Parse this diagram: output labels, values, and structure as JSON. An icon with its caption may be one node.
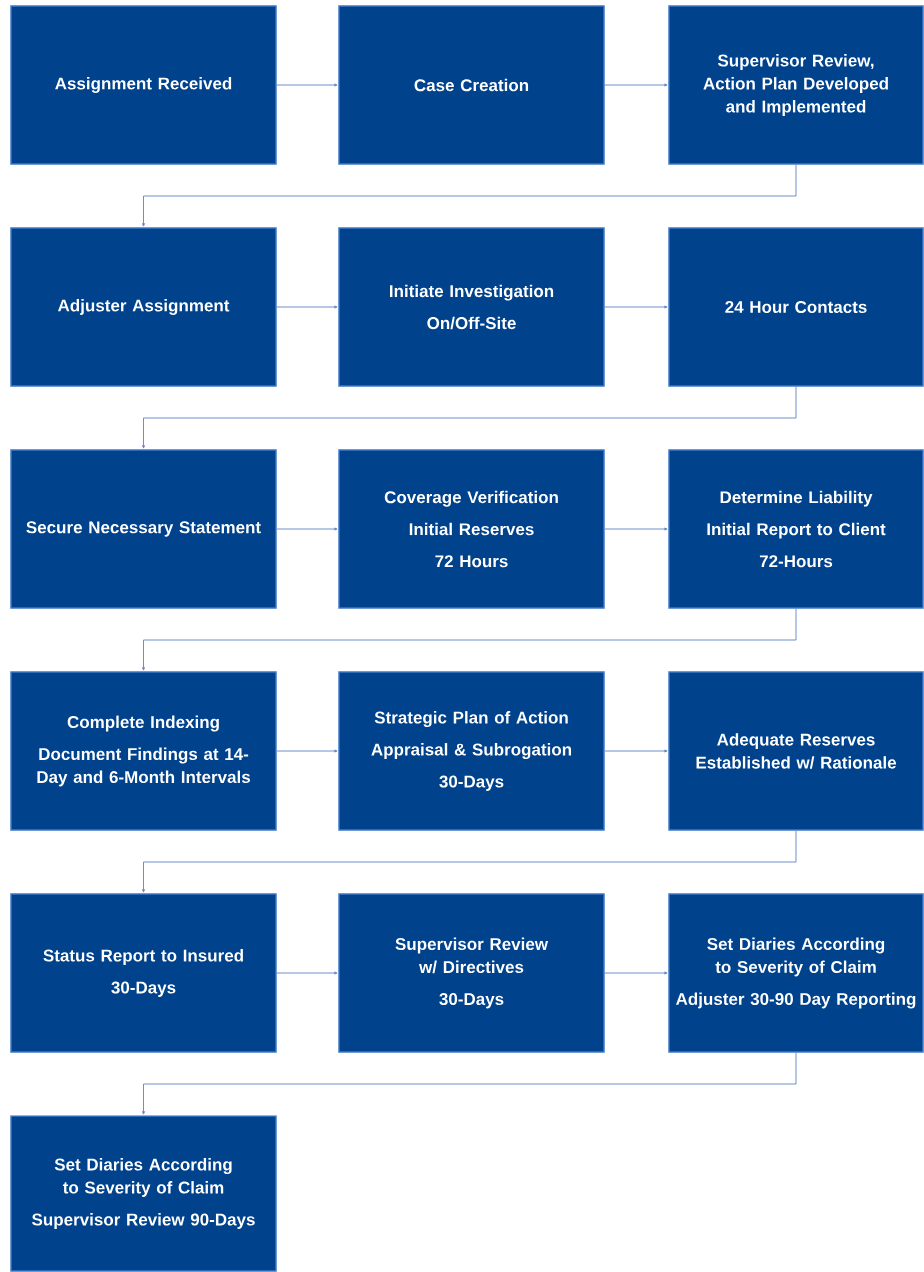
{
  "diagram": {
    "nodes": [
      {
        "text": [
          "Assignment Received"
        ]
      },
      {
        "text": [
          "Case Creation"
        ]
      },
      {
        "text": [
          "Supervisor Review, Action Plan Developed and Implemented"
        ]
      },
      {
        "text": [
          "Adjuster Assignment"
        ]
      },
      {
        "text": [
          "Initiate Investigation",
          "On/Off-Site"
        ]
      },
      {
        "text": [
          "24 Hour Contacts"
        ]
      },
      {
        "text": [
          "Secure Necessary Statement"
        ]
      },
      {
        "text": [
          "Coverage Verification",
          "Initial Reserves",
          "72 Hours"
        ]
      },
      {
        "text": [
          "Determine Liability",
          "Initial Report to Client",
          "72-Hours"
        ]
      },
      {
        "text": [
          "Complete Indexing",
          "Document Findings at 14-Day and 6-Month Intervals"
        ]
      },
      {
        "text": [
          "Strategic Plan of Action",
          "Appraisal & Subrogation",
          "30-Days"
        ]
      },
      {
        "text": [
          "Adequate Reserves Established w/ Rationale"
        ]
      },
      {
        "text": [
          "Status Report to Insured",
          "30-Days"
        ]
      },
      {
        "text": [
          "Supervisor Review w/ Directives",
          "30-Days"
        ]
      },
      {
        "text": [
          "Set Diaries According to Severity of Claim",
          "Adjuster 30-90 Day Reporting"
        ]
      },
      {
        "text": [
          "Set Diaries According to Severity of Claim",
          "Supervisor Review 90-Days"
        ]
      }
    ],
    "edges": [
      {
        "from": 0,
        "to": 1,
        "arrow": "to"
      },
      {
        "from": 1,
        "to": 2,
        "arrow": "to"
      },
      {
        "from": 2,
        "to": 3,
        "arrow": "to"
      },
      {
        "from": 3,
        "to": 4,
        "arrow": "to"
      },
      {
        "from": 4,
        "to": 5,
        "arrow": "to"
      },
      {
        "from": 5,
        "to": 6,
        "arrow": "to"
      },
      {
        "from": 6,
        "to": 7,
        "arrow": "to"
      },
      {
        "from": 7,
        "to": 8,
        "arrow": "to"
      },
      {
        "from": 8,
        "to": 9,
        "arrow": "to"
      },
      {
        "from": 9,
        "to": 10,
        "arrow": "to"
      },
      {
        "from": 10,
        "to": 11,
        "arrow": "to"
      },
      {
        "from": 11,
        "to": 12,
        "arrow": "to"
      },
      {
        "from": 12,
        "to": 13,
        "arrow": "to"
      },
      {
        "from": 13,
        "to": 14,
        "arrow": "to"
      },
      {
        "from": 14,
        "to": 15,
        "arrow": "to"
      }
    ]
  }
}
